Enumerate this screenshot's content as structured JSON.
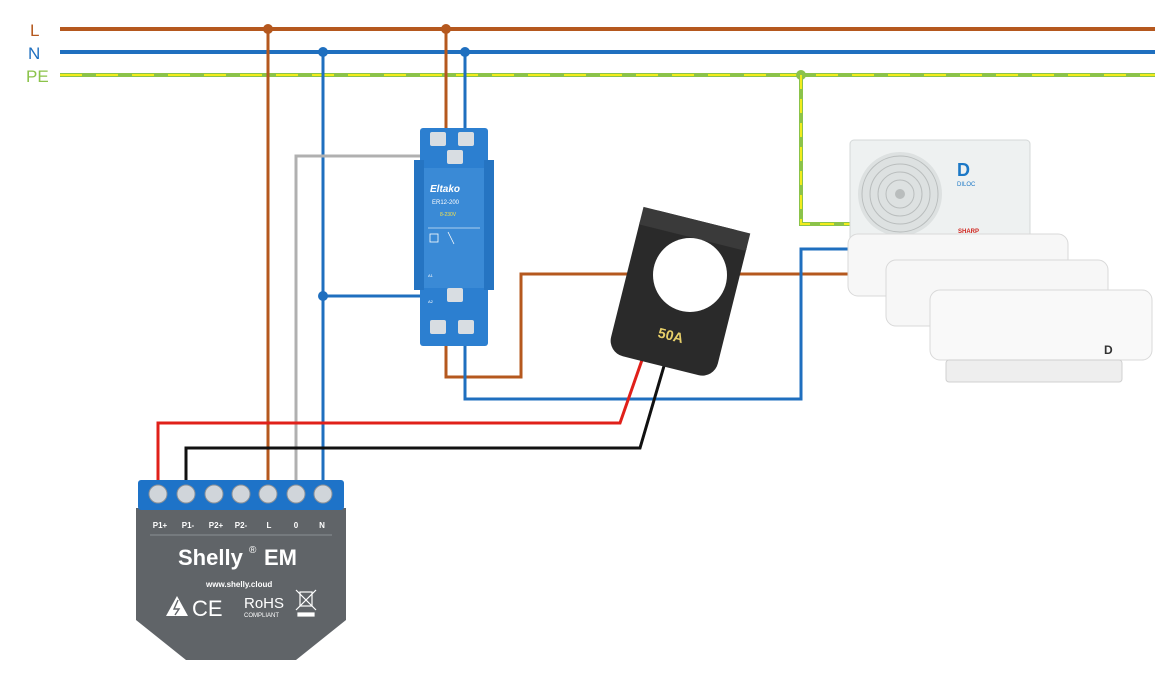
{
  "bus": {
    "l_label": "L",
    "n_label": "N",
    "pe_label": "PE"
  },
  "relay": {
    "brand": "Eltako",
    "model": "ER12-200",
    "spec": "8-230V",
    "terminal_a1": "A1",
    "terminal_a2": "A2"
  },
  "clamp": {
    "rating": "50A"
  },
  "shelly": {
    "terminals": [
      "P1+",
      "P1-",
      "P2+",
      "P2-",
      "L",
      "0",
      "N"
    ],
    "name": "Shelly",
    "reg_mark": "®",
    "model": "EM",
    "website": "www.shelly.cloud",
    "ce_mark": "CE",
    "rohs": "RoHS",
    "rohs_sub": "COMPLIANT"
  },
  "ac": {
    "outdoor_brand": "DILOC",
    "outdoor_logo": "D",
    "outdoor_sharp": "SHARP",
    "indoor_logo": "D"
  },
  "colors": {
    "line": "#b5581e",
    "neutral": "#1f6fbf",
    "pe_green": "#8bc34a",
    "pe_yellow": "#f2ec1c",
    "gray_wire": "#b0b0b0",
    "red_wire": "#e0201a",
    "black_wire": "#111111",
    "shelly_body": "#606468",
    "terminal_blue": "#1e73c8",
    "relay_blue": "#2c7fd0",
    "clamp_body": "#2a2a2a"
  }
}
